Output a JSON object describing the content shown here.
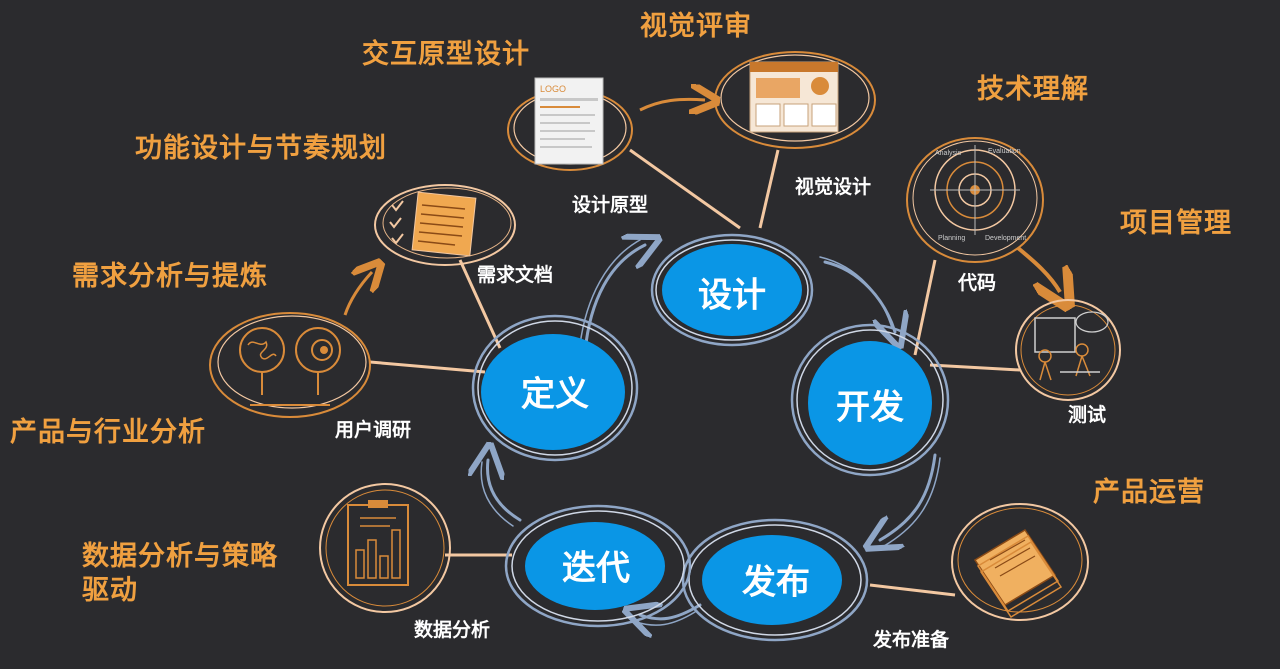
{
  "stages": {
    "design": "设计",
    "develop": "开发",
    "release": "发布",
    "iterate": "迭代",
    "define": "定义"
  },
  "artifacts": {
    "prototype": "设计原型",
    "visual_design": "视觉设计",
    "code": "代码",
    "testing": "测试",
    "release_prep": "发布准备",
    "data_analysis": "数据分析",
    "user_research": "用户调研",
    "requirements_doc": "需求文档"
  },
  "skills": {
    "interaction_prototype": "交互原型设计",
    "visual_review": "视觉评审",
    "tech_understanding": "技术理解",
    "project_management": "项目管理",
    "product_operations": "产品运营",
    "data_strategy": "数据分析与策略\n驱动",
    "product_industry_analysis": "产品与行业分析",
    "requirement_refinement": "需求分析与提炼",
    "feature_planning": "功能设计与节奏规划"
  },
  "icon_text": {
    "prototype_logo": "LOGO",
    "target_top_left": "Analysis",
    "target_top_right": "Evaluation",
    "target_bottom_left": "Planning",
    "target_bottom_right": "Development"
  },
  "colors": {
    "background": "#2b2b2e",
    "stage_fill": "#0a96e6",
    "skill_text": "#f0a040",
    "sketch_orange": "#d98b3a",
    "sketch_blue": "#8fa6c6",
    "connector": "#f3c8a2"
  }
}
